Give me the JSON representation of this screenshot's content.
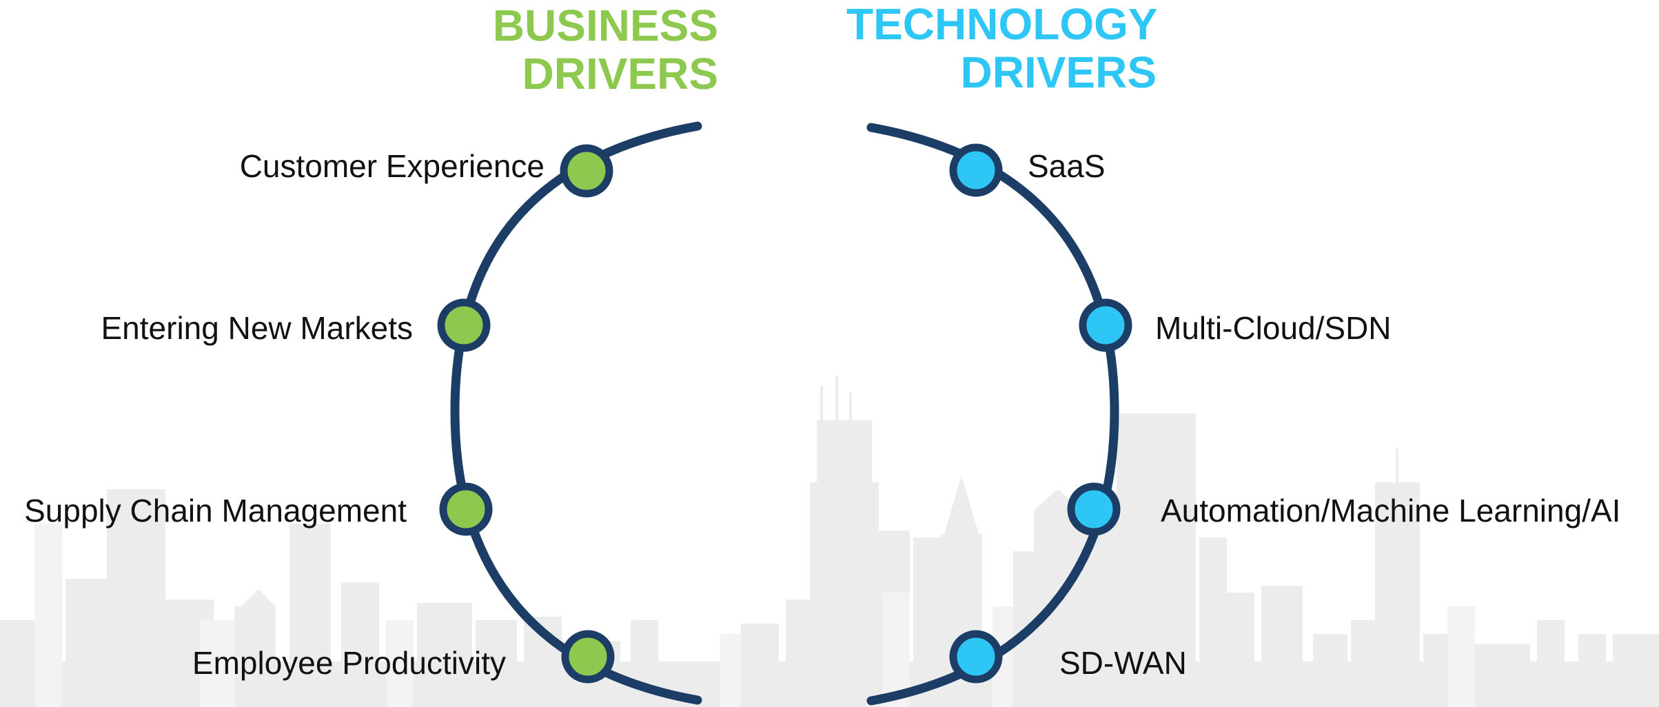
{
  "colors": {
    "business_accent": "#8dc94e",
    "technology_accent": "#2ec7f5",
    "arc_stroke": "#1b3d66",
    "label_text": "#111111",
    "skyline_fill": "#e9e9e9"
  },
  "business": {
    "heading_line1": "BUSINESS",
    "heading_line2": "DRIVERS",
    "items": [
      {
        "label": "Customer Experience"
      },
      {
        "label": "Entering New Markets"
      },
      {
        "label": "Supply Chain Management"
      },
      {
        "label": "Employee Productivity"
      }
    ]
  },
  "technology": {
    "heading_line1": "TECHNOLOGY",
    "heading_line2": "DRIVERS",
    "items": [
      {
        "label": "SaaS"
      },
      {
        "label": "Multi-Cloud/SDN"
      },
      {
        "label": "Automation/Machine Learning/AI"
      },
      {
        "label": "SD-WAN"
      }
    ]
  }
}
